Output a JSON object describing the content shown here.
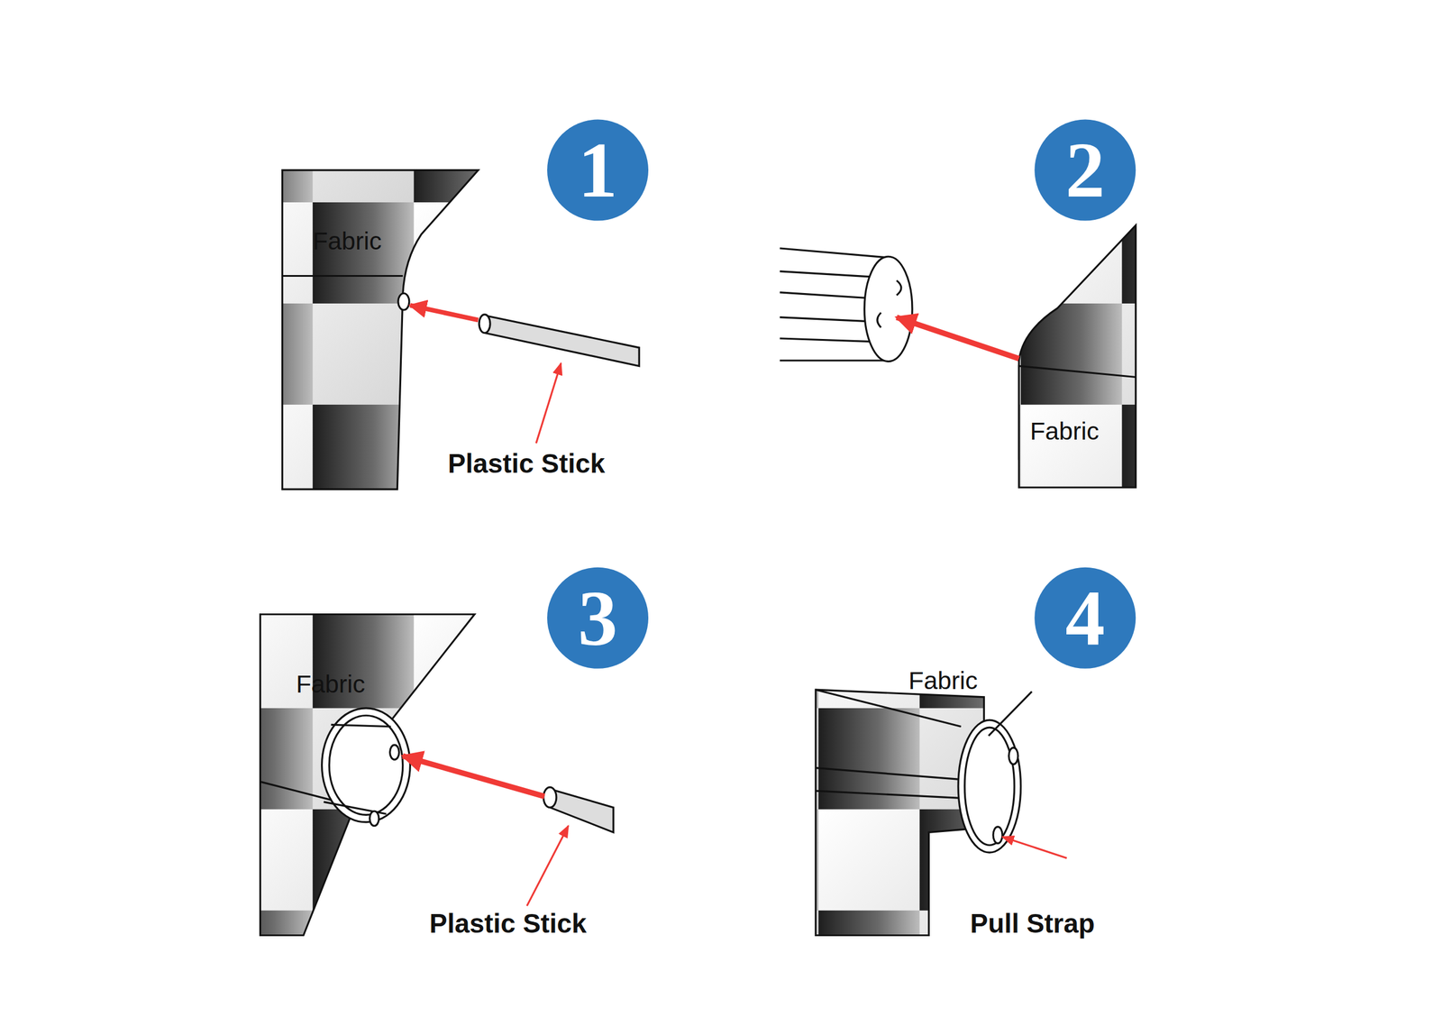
{
  "diagram": {
    "nodes": [
      {
        "text": [
          "1"
        ]
      },
      {
        "text": [
          "2"
        ]
      },
      {
        "text": [
          "3"
        ]
      },
      {
        "text": [
          "4"
        ]
      }
    ],
    "labels": [
      "Fabric",
      "Plastic Stick",
      "Fabric",
      "Fabric",
      "Plastic Stick",
      "Fabric",
      "Pull Strap"
    ]
  }
}
